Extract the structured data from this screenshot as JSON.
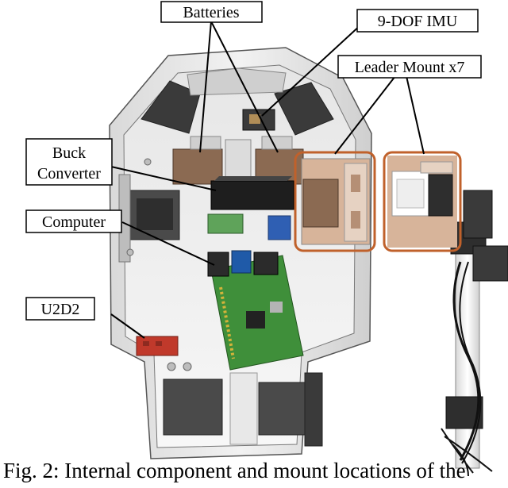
{
  "figure": {
    "labels": {
      "batteries": "Batteries",
      "imu": "9-DOF IMU",
      "leader_mount": "Leader Mount x7",
      "buck_line1": "Buck",
      "buck_line2": "Converter",
      "computer": "Computer",
      "u2d2": "U2D2"
    },
    "caption": "Fig. 2: Internal component and mount locations of the"
  },
  "colors": {
    "label_border": "#000000",
    "highlight_orange": "#c0612b",
    "battery_brown": "#8b6a52",
    "board_green": "#3f8f3a",
    "u2d2_red": "#c0392b"
  }
}
